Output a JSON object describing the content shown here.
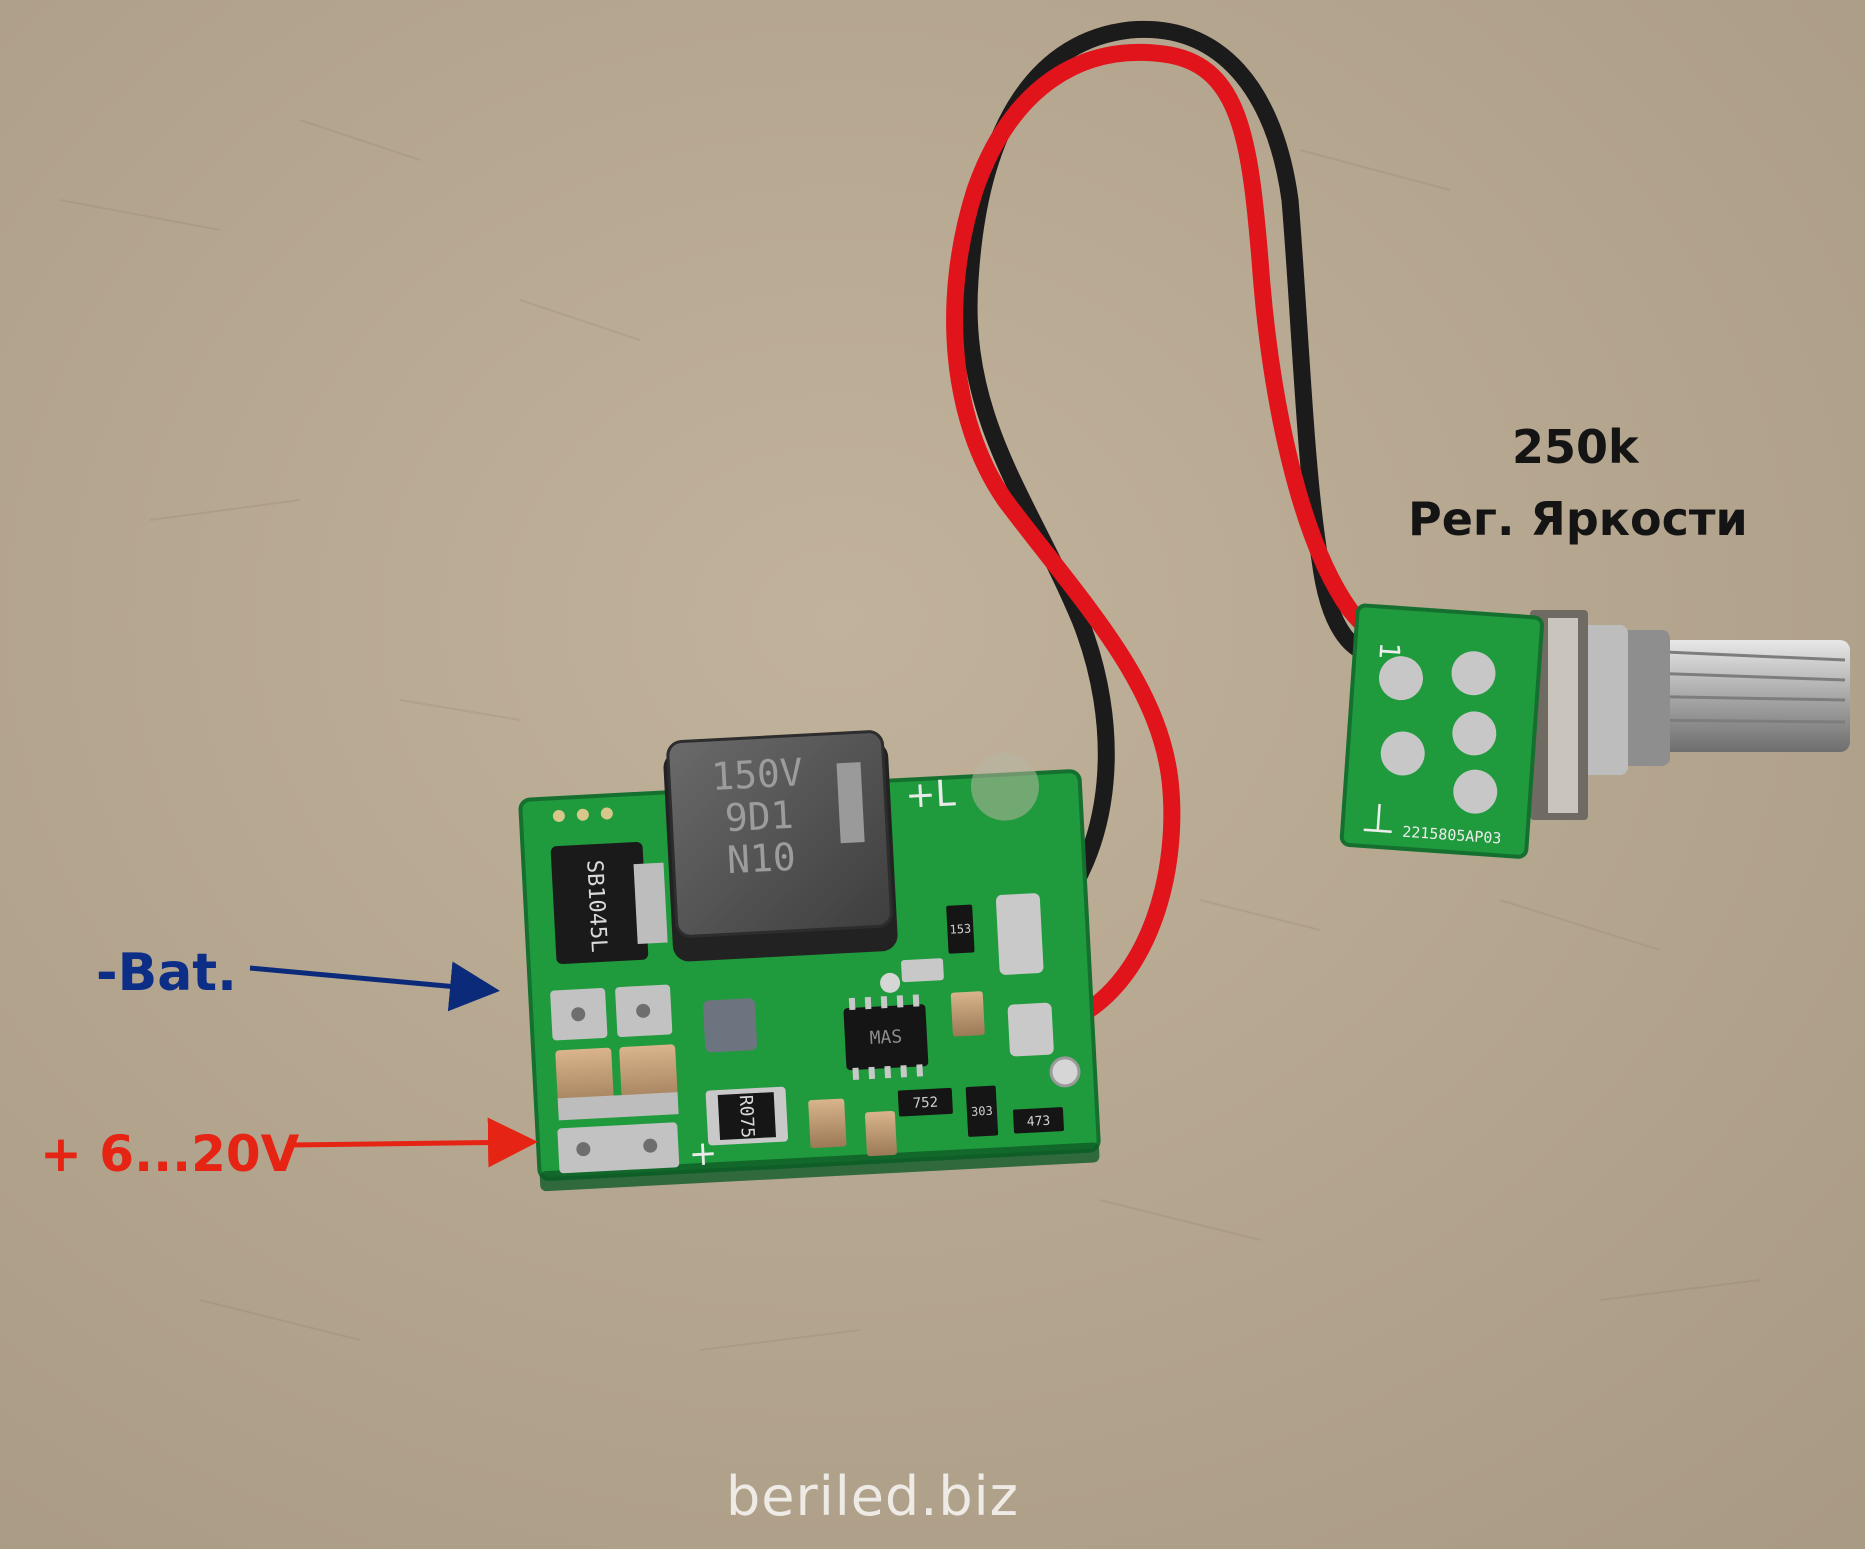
{
  "annotations": {
    "pot_value": "250k",
    "pot_caption": "Рег. Яркости",
    "negative_input": "-Bat.",
    "positive_input": "+ 6...20V",
    "watermark": "beriled.biz"
  },
  "board_markings": {
    "inductor": [
      "150V",
      "9D1",
      "N10"
    ],
    "diode": "SB1045L",
    "resistor_large": "R075",
    "resistor_153": "153",
    "resistor_752": "752",
    "resistor_303": "303",
    "resistor_473": "473",
    "ic": "MAS",
    "silk_plus_l": "+L",
    "silk_plus": "+",
    "pot_board_code": "2215805AP03",
    "pot_board_digit": "1"
  },
  "colors": {
    "background": "#b9a991",
    "pcb": "#1f9a3c",
    "wire_red": "#e0141a",
    "wire_black": "#1b1b1b",
    "arrow_bat": "#0c2a7a",
    "arrow_vin": "#e52414",
    "label_bat": "#0d2e86",
    "label_vin": "#e52414",
    "label_text": "#141414"
  }
}
